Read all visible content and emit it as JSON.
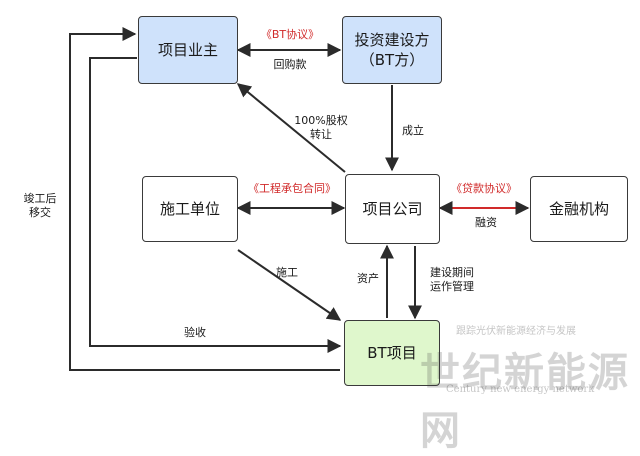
{
  "nodes": {
    "owner": "项目业主",
    "investor": "投资建设方\n（BT方）",
    "contractor": "施工单位",
    "project_company": "项目公司",
    "finance": "金融机构",
    "bt_project": "BT项目"
  },
  "edges": {
    "bt_agreement": "《BT协议》",
    "buyback": "回购款",
    "equity_transfer": "100%股权\n转让",
    "establish": "成立",
    "construction_contract": "《工程承包合同》",
    "loan_agreement": "《贷款协议》",
    "financing": "融资",
    "construction": "施工",
    "assets": "资产",
    "build_manage": "建设期间\n运作管理",
    "acceptance": "验收",
    "handover": "竣工后\n移交"
  },
  "watermark": {
    "cn": "世纪新能源网",
    "en": "Century new energy network",
    "tagline": "跟踪光伏新能源经济与发展"
  },
  "colors": {
    "owner_fill": "#cfe2fb",
    "bt_project_fill": "#dff7cc",
    "agreement_text": "#d12a2a"
  }
}
